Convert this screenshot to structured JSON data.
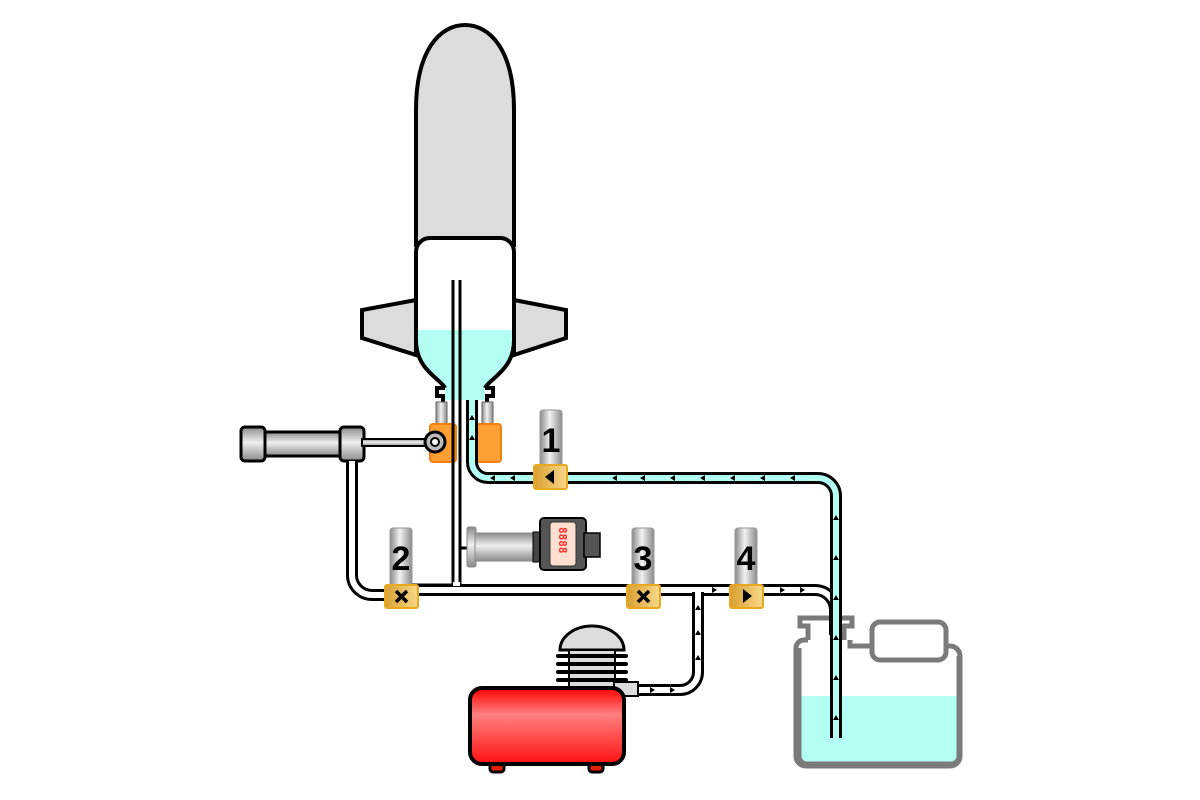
{
  "diagram": {
    "valves": [
      {
        "label": "1",
        "state": "flow-left",
        "icon": "triangle-left-icon"
      },
      {
        "label": "2",
        "state": "closed",
        "icon": "cross-icon"
      },
      {
        "label": "3",
        "state": "closed",
        "icon": "cross-icon"
      },
      {
        "label": "4",
        "state": "flow-right",
        "icon": "triangle-right-icon"
      }
    ],
    "pressure_gauge": {
      "display": "8888"
    },
    "colors": {
      "water": "#b4fff4",
      "rocket": "#dcdcdc",
      "clamp": "#ff9f33",
      "valve": "#f0c050",
      "tank": "#ff2020",
      "jug_outline": "#7a7a7a"
    }
  }
}
